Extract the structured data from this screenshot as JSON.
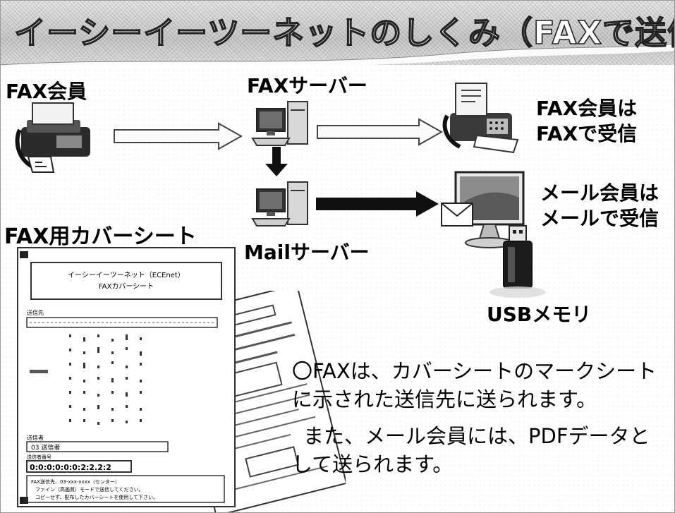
{
  "title": "イーシーイーツーネットのしくみ（FAXで送信）",
  "labels": {
    "fax_member": "FAX会員",
    "fax_server": "FAXサーバー",
    "mail_server": "Mailサーバー",
    "fax_receive_line1": "FAX会員は",
    "fax_receive_line2": "FAXで受信",
    "mail_receive_line1": "メール会員は",
    "mail_receive_line2": "メールで受信",
    "cover_sheet": "FAX用カバーシート",
    "usb_memory": "USBメモリ"
  },
  "body_text": {
    "line1": "〇FAXは、カバーシートのマークシート",
    "line2": "に示された送信先に送られます。",
    "line3": "また、メール会員には、PDFデータと",
    "line4": "して送られます。"
  },
  "cover_doc": {
    "title_line1": "イーシーイーツーネット（ECEnet）",
    "title_line2": "FAXカバーシート",
    "section1": "送信先",
    "section2": "送信者",
    "section3": "送信者番号",
    "sender_value": "03 送信者",
    "digits": "0:0:0:0:0:0:2:2.2:2",
    "footer_line1": "FAX送信先、03-xxx-xxxx（センター）",
    "footer_line2": "ファイン（高画質）モードで送信してください。",
    "footer_line3": "コピーせず、配布したカバーシートを使用して下さい。"
  },
  "colors": {
    "arrow_outline": "#444444",
    "arrow_solid": "#111111",
    "title_band": "#cfcfcf"
  },
  "icons": [
    "fax-machine-icon",
    "computer-server-icon",
    "computer-server-icon",
    "fax-receiver-icon",
    "monitor-mail-icon",
    "usb-memory-icon",
    "cover-sheet-document"
  ]
}
